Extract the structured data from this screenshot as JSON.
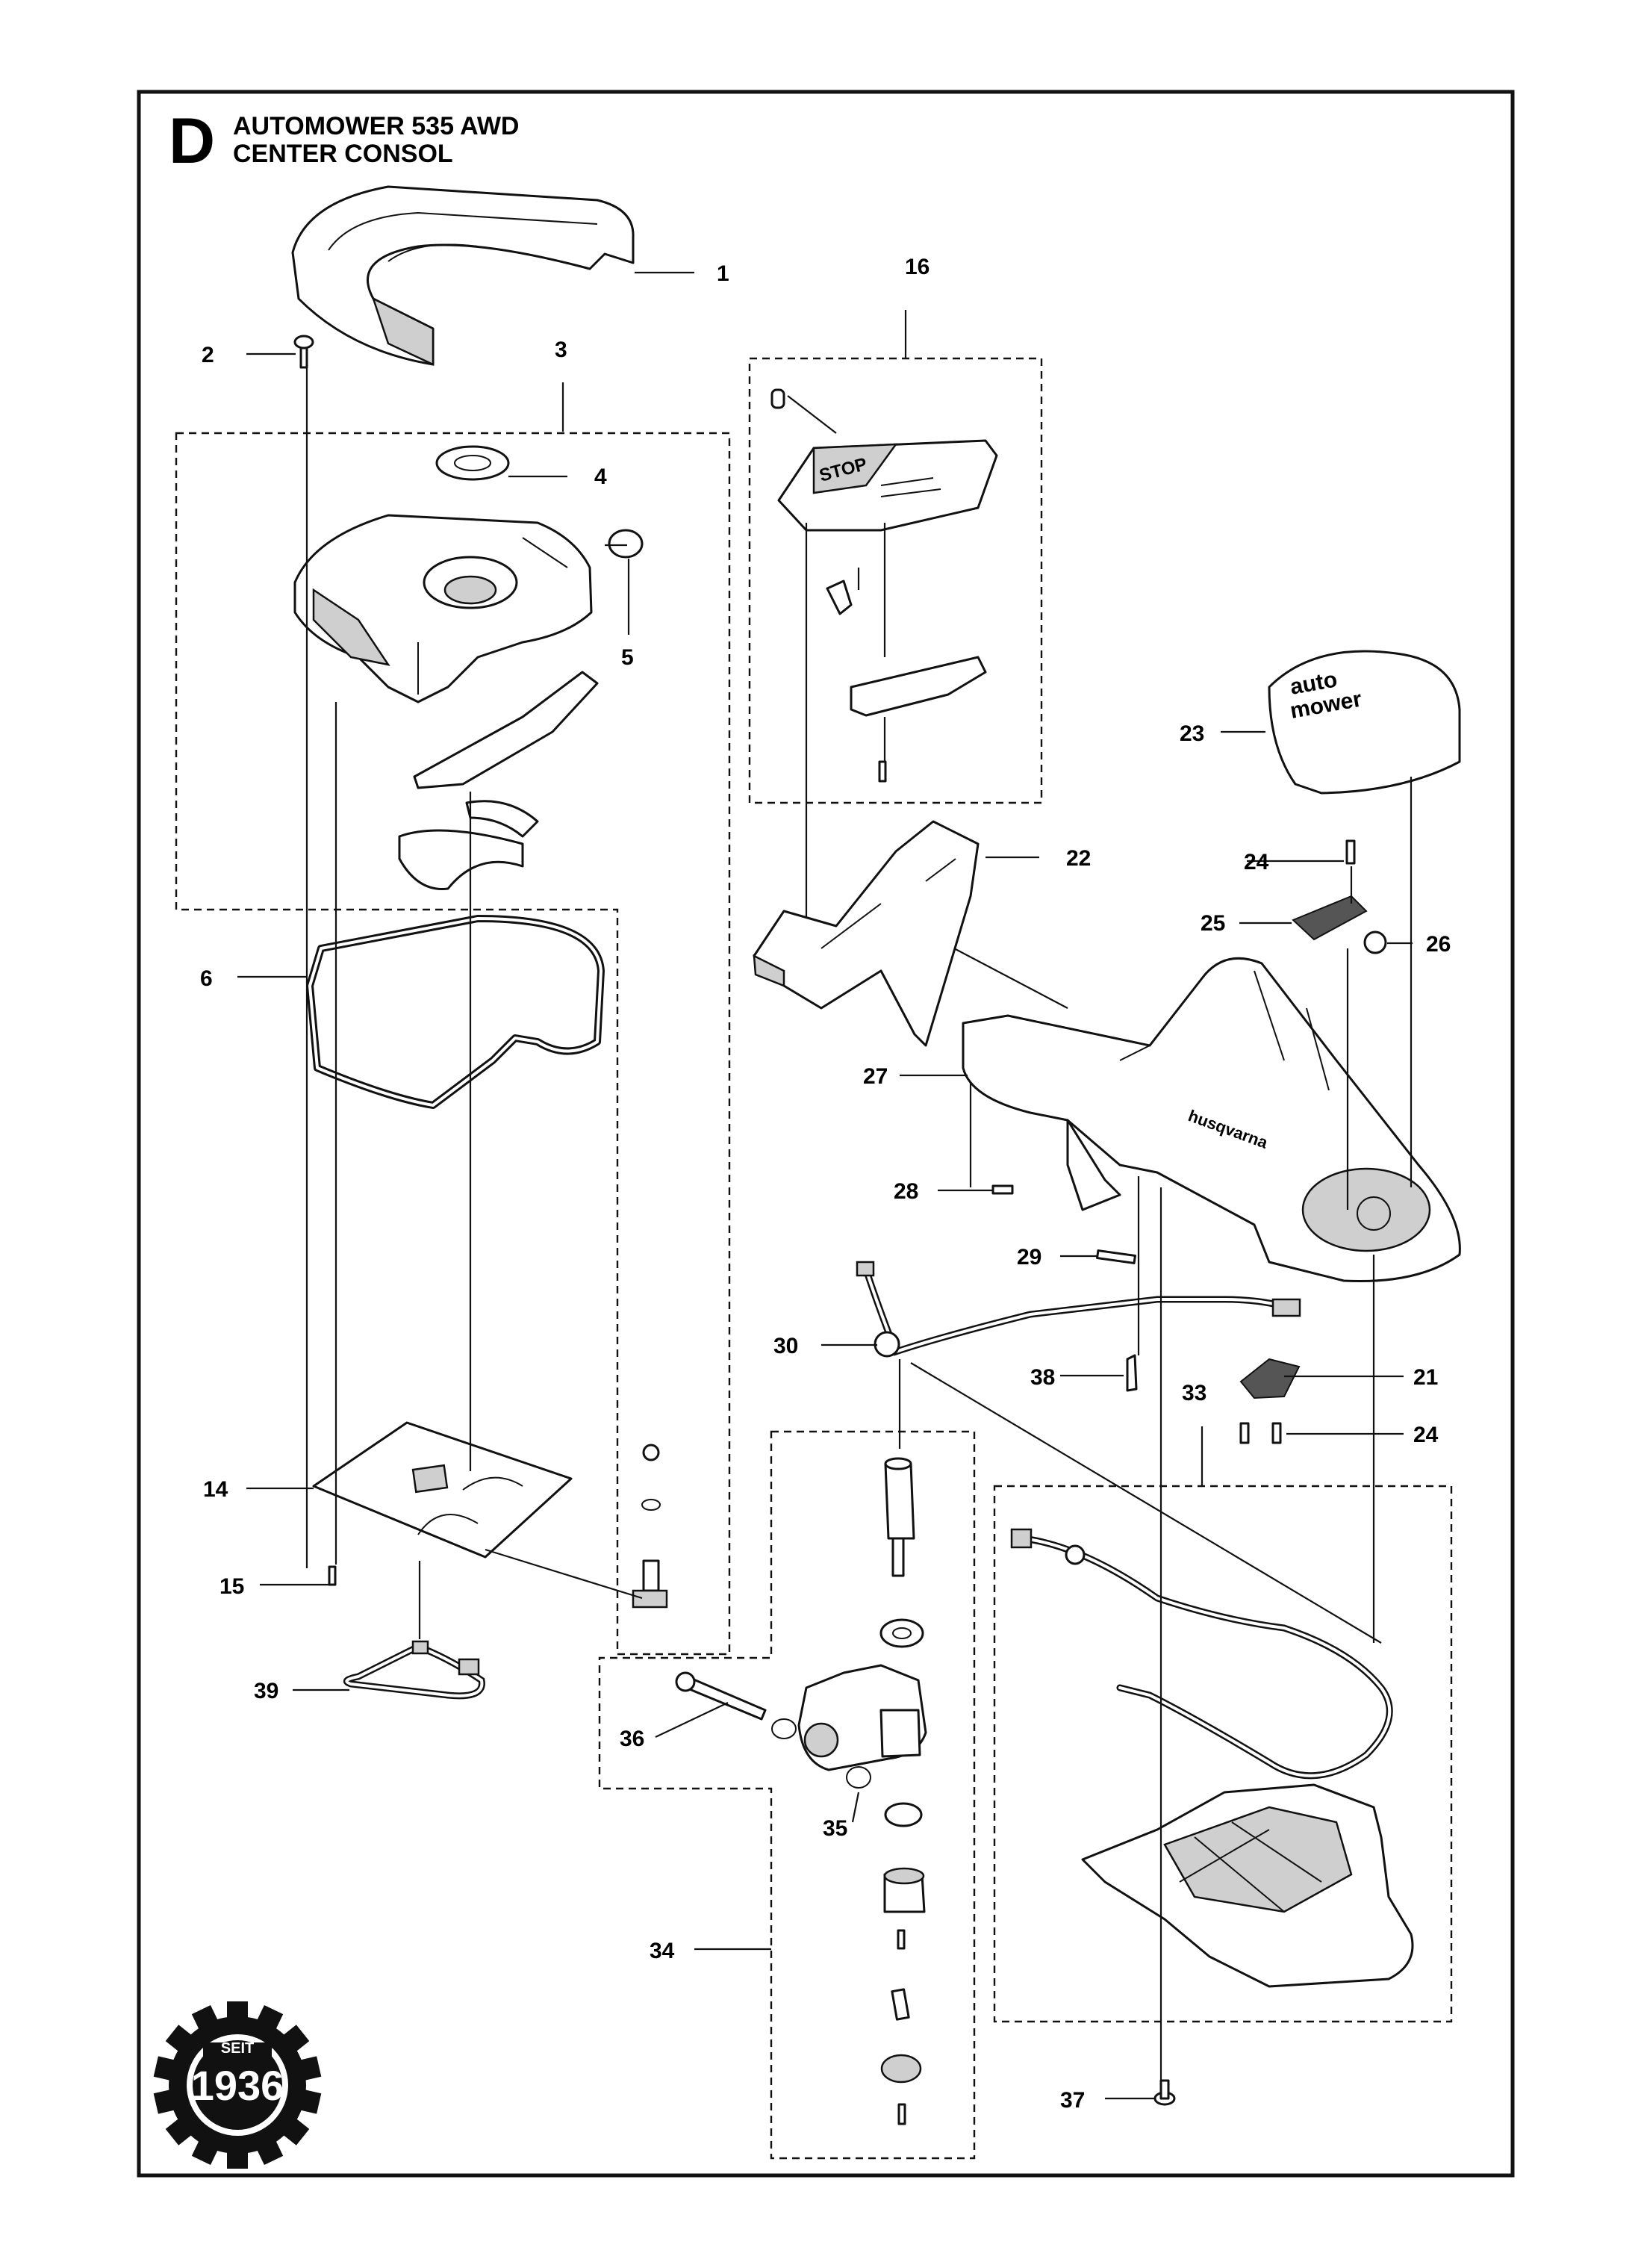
{
  "header": {
    "section_letter": "D",
    "title_line1": "AUTOMOWER 535 AWD",
    "title_line2": "CENTER CONSOL"
  },
  "badge": {
    "top_text": "SEIT",
    "year": "1936"
  },
  "part_labels": {
    "p1": "1",
    "p2": "2",
    "p3": "3",
    "p4": "4",
    "p5": "5",
    "p6": "6",
    "p14": "14",
    "p15": "15",
    "p16": "16",
    "p21": "21",
    "p22": "22",
    "p23": "23",
    "p24a": "24",
    "p24b": "24",
    "p25": "25",
    "p26": "26",
    "p27": "27",
    "p28": "28",
    "p29": "29",
    "p30": "30",
    "p33": "33",
    "p34": "34",
    "p35": "35",
    "p36": "36",
    "p37": "37",
    "p38": "38",
    "p39": "39"
  },
  "part_text": {
    "stop_button": "STOP",
    "brand": "husqvarna",
    "cover_logo_line1": "auto",
    "cover_logo_line2": "mower"
  },
  "colors": {
    "ink": "#111111",
    "paper": "#ffffff",
    "shade": "#cfcfcf"
  }
}
